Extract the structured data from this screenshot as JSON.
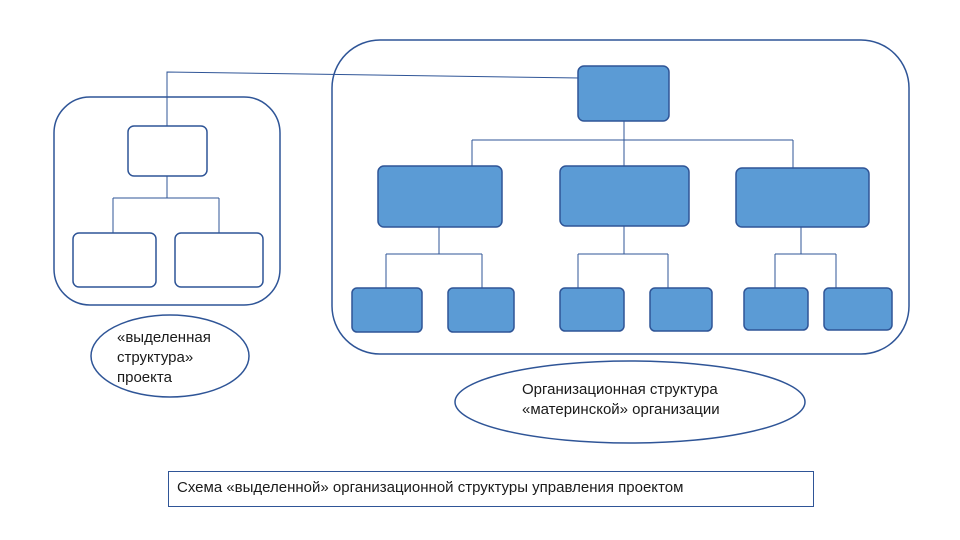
{
  "labels": {
    "project_structure": "«выделенная\nструктура»\nпроекта",
    "parent_structure": "Организационная структура\n«материнской» организации",
    "caption": "Схема «выделенной» организационной структуры управления проектом"
  },
  "colors": {
    "outline": "#2f5597",
    "filled_box": "#5b9bd5",
    "empty_box": "#ffffff",
    "background": "#ffffff"
  }
}
